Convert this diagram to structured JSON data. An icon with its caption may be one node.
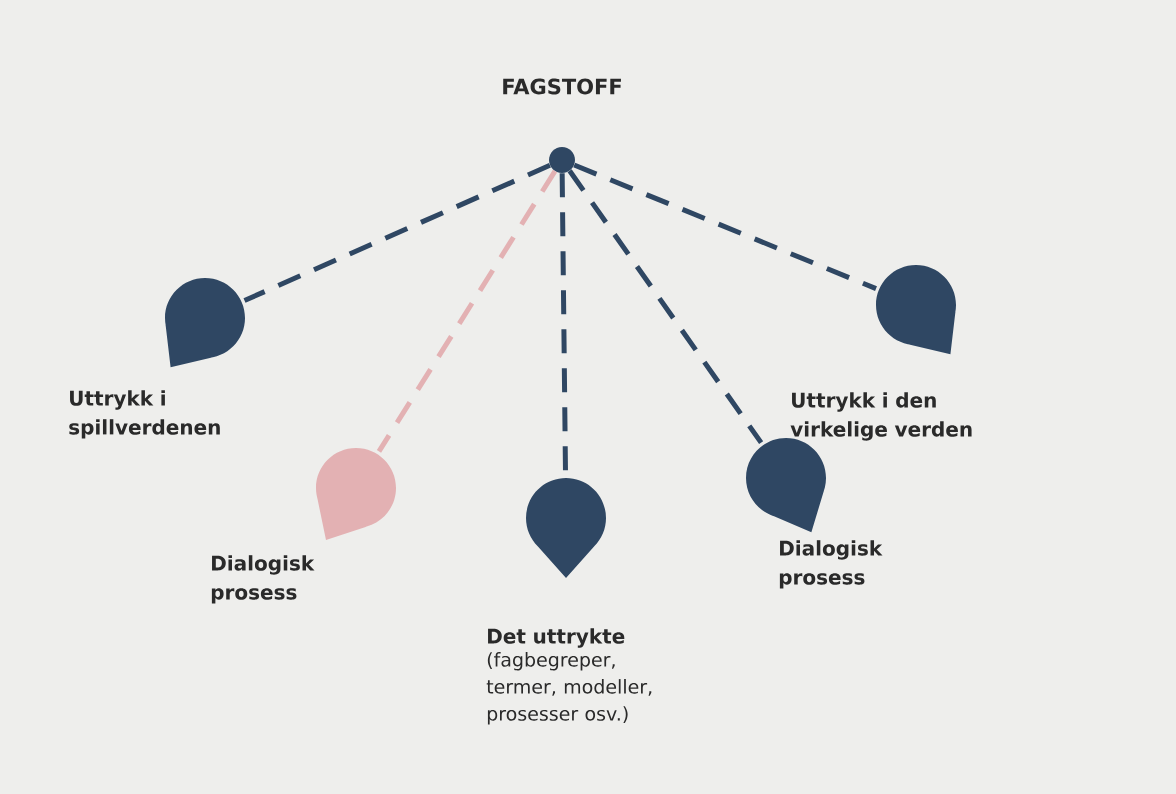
{
  "diagram": {
    "nodes": [
      {
        "text": [
          "FAGSTOFF"
        ]
      },
      {
        "text": [
          "Uttrykk i spillverdenen"
        ]
      },
      {
        "text": [
          "Dialogisk prosess"
        ]
      },
      {
        "text": [
          "Det uttrykte",
          "(fagbegreper, termer, modeller, prosesser osv.)"
        ]
      },
      {
        "text": [
          "Dialogisk prosess"
        ]
      },
      {
        "text": [
          "Uttrykk i den virkelige verden"
        ]
      }
    ],
    "edges": [
      {
        "from": 0,
        "to": 1,
        "arrow": "none",
        "style": "dashed"
      },
      {
        "from": 0,
        "to": 2,
        "arrow": "none",
        "style": "dashed",
        "color": "#e3b1b3"
      },
      {
        "from": 0,
        "to": 3,
        "arrow": "none",
        "style": "dashed"
      },
      {
        "from": 0,
        "to": 4,
        "arrow": "none",
        "style": "dashed"
      },
      {
        "from": 0,
        "to": 5,
        "arrow": "none",
        "style": "dashed"
      }
    ]
  }
}
